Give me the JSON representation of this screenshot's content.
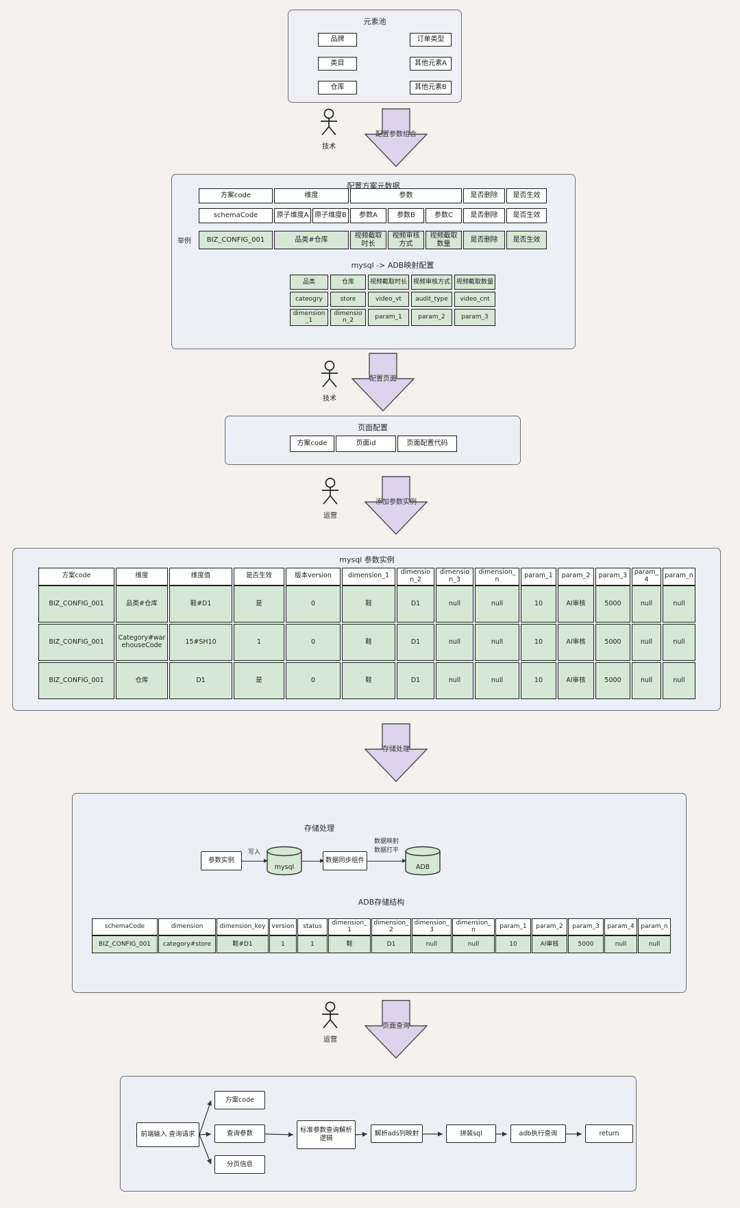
{
  "colors": {
    "canvas_bg": "#f3f2ef",
    "section_bg": "#edeff6",
    "cell_green": "#d5e8d4",
    "cell_white": "#ffffff",
    "arrow_purple": "#ddd3ec",
    "border_dark": "#1c1c1c"
  },
  "element_pool": {
    "title": "元素池",
    "left_items": [
      "品牌",
      "类目",
      "仓库"
    ],
    "right_items": [
      "订单类型",
      "其他元素A",
      "其他元素B"
    ]
  },
  "steps": {
    "s1": {
      "actor": "技术",
      "label": "配置参数组合"
    },
    "s2": {
      "actor": "技术",
      "label": "配置页面"
    },
    "s3": {
      "actor": "运营",
      "label": "添加参数实例"
    },
    "s4": {
      "label": "存储处理"
    },
    "s5": {
      "actor": "运营",
      "label": "页面查询"
    }
  },
  "config_section": {
    "title": "配置方案元数据",
    "meta_row1": [
      "方案code",
      "维度",
      "参数",
      "是否删除",
      "是否生效"
    ],
    "meta_row2": [
      "schemaCode",
      "原子维度A",
      "原子维度B",
      "参数A",
      "参数B",
      "参数C",
      "是否删除",
      "是否生效"
    ],
    "example_label": "举例",
    "meta_row3": [
      "BIZ_CONFIG_001",
      "品类#仓库",
      "视频截取时长",
      "视频审核方式",
      "视频截取数量",
      "是否删除",
      "是否生效"
    ],
    "mapping_title": "mysql -> ADB映射配置",
    "mapping_row1": [
      "品类",
      "仓库",
      "视频截取时长",
      "视频审核方式",
      "视频截取数量"
    ],
    "mapping_row2": [
      "cateogry",
      "store",
      "video_vt",
      "audit_type",
      "video_cnt"
    ],
    "mapping_row3": [
      "dimension_1",
      "dimension_2",
      "param_1",
      "param_2",
      "param_3"
    ]
  },
  "page_config": {
    "title": "页面配置",
    "cells": [
      "方案code",
      "页面id",
      "页面配置代码"
    ]
  },
  "instance_table": {
    "title": "mysql 参数实例",
    "headers": [
      "方案code",
      "维度",
      "维度值",
      "是否生效",
      "版本version",
      "dimension_1",
      "dimension_2",
      "dimension_3",
      "dimension_n",
      "param_1",
      "param_2",
      "param_3",
      "param_4",
      "param_n"
    ],
    "rows": [
      [
        "BIZ_CONFIG_001",
        "品类#仓库",
        "鞋#D1",
        "是",
        "0",
        "鞋",
        "D1",
        "null",
        "null",
        "10",
        "AI审核",
        "5000",
        "null",
        "null"
      ],
      [
        "BIZ_CONFIG_001",
        "Category#warehouseCode",
        "15#SH10",
        "1",
        "0",
        "鞋",
        "D1",
        "null",
        "null",
        "10",
        "AI审核",
        "5000",
        "null",
        "null"
      ],
      [
        "BIZ_CONFIG_001",
        "仓库",
        "D1",
        "是",
        "0",
        "鞋",
        "D1",
        "null",
        "null",
        "10",
        "AI审核",
        "5000",
        "null",
        "null"
      ]
    ]
  },
  "storage": {
    "title": "存储处理",
    "param_instance": "参数实例",
    "write_label": "写入",
    "mysql_label": "mysql",
    "sync_label": "数据同步组件",
    "map_label1": "数据映射",
    "map_label2": "数据打平",
    "adb_label": "ADB",
    "adb_title": "ADB存储结构",
    "adb_headers": [
      "schemaCode",
      "dimension",
      "dimension_key",
      "version",
      "status",
      "dimension_1",
      "dimension_2",
      "dimension_3",
      "dimension_n",
      "param_1",
      "param_2",
      "param_3",
      "param_4",
      "param_n"
    ],
    "adb_row": [
      "BIZ_CONFIG_001",
      "category#store",
      "鞋#D1",
      "1",
      "1",
      "鞋",
      "D1",
      "null",
      "null",
      "10",
      "AI审核",
      "5000",
      "null",
      "null"
    ]
  },
  "query_flow": {
    "input": "前端输入 查询请求",
    "branches": [
      "方案code",
      "查询参数",
      "分页信息"
    ],
    "steps": [
      "标准参数查询解析逻辑",
      "解析ads列映射",
      "拼装sql",
      "adb执行查询",
      "return"
    ]
  }
}
